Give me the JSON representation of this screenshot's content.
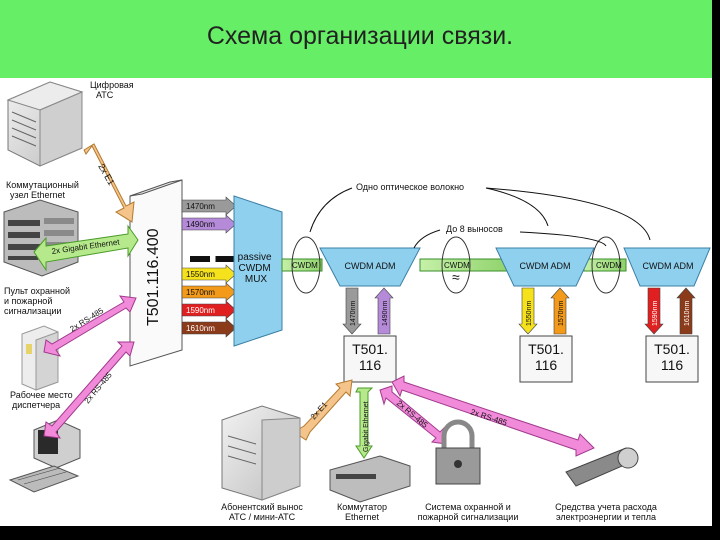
{
  "title": "Схема организации связи.",
  "labels": {
    "digital_ats": [
      "Цифровая",
      "АТС"
    ],
    "switch_node": [
      "Коммутационный",
      "узел Ethernet"
    ],
    "alarm_panel": [
      "Пульт охранной",
      "и пожарной",
      "сигнализации"
    ],
    "dispatcher": [
      "Рабочее место",
      "диспетчера"
    ],
    "single_fiber": "Одно оптическое волокно",
    "up_to_8": "До 8 выносов",
    "subscriber": [
      "Абонентский вынос",
      "АТС / мини-АТС"
    ],
    "ethernet_switch": [
      "Коммутатор",
      "Ethernet"
    ],
    "security_system": [
      "Система охранной и",
      "пожарной сигнализации"
    ],
    "metering": [
      "Средства учета расхода",
      "электроэнергии и тепла"
    ]
  },
  "main_unit": "T501.116.400",
  "mux": [
    "passive",
    "CWDM",
    "MUX"
  ],
  "wavelengths": [
    {
      "label": "1470nm",
      "color": "#9a9a9a"
    },
    {
      "label": "1490nm",
      "color": "#b58ad8"
    },
    {
      "label": "1550nm",
      "color": "#f5e21c"
    },
    {
      "label": "1570nm",
      "color": "#f39a1a"
    },
    {
      "label": "1590nm",
      "color": "#e02020"
    },
    {
      "label": "1610nm",
      "color": "#8b3a1a"
    }
  ],
  "cwdm_label": "CWDM",
  "adm_label": "CWDM ADM",
  "remote_unit": [
    "T501.",
    "116"
  ],
  "drops": [
    {
      "label": "1470nm",
      "color": "#9a9a9a"
    },
    {
      "label": "1490nm",
      "color": "#b58ad8"
    },
    {
      "label": "1550nm",
      "color": "#f5e21c"
    },
    {
      "label": "1570nm",
      "color": "#f39a1a"
    },
    {
      "label": "1590nm",
      "color": "#e02020"
    },
    {
      "label": "1610nm",
      "color": "#8b3a1a"
    }
  ],
  "links": {
    "e1_top": "2x E1",
    "ge_left": "2x Gigabit Ethernet",
    "rs485_alarm": "2x RS-485",
    "rs485_disp": "2x RS-485",
    "e1_bottom": "2x E1",
    "ge_bottom": "Gigabit Ethernet",
    "rs485_sec": "2x RS-485",
    "rs485_meter": "2x RS-485"
  },
  "colors": {
    "title_bar": "#66ee66",
    "arrow_orange": "#f4c48a",
    "arrow_green": "#b5e98b",
    "arrow_pink": "#f18ad8",
    "adm_blue": "#8fd0ee"
  }
}
